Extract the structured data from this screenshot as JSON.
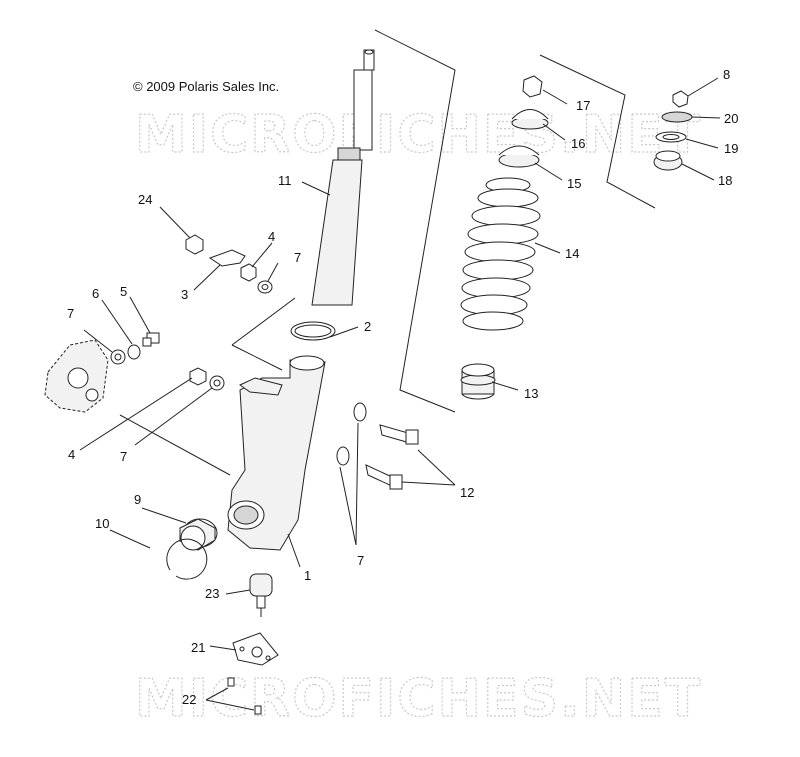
{
  "copyright": "© 2009 Polaris Sales Inc.",
  "watermarks": [
    "MICROFICHES.NET",
    "MICROFICHES.NET"
  ],
  "callouts": {
    "c1": "1",
    "c2": "2",
    "c3": "3",
    "c4a": "4",
    "c4b": "4",
    "c5": "5",
    "c6": "6",
    "c7a": "7",
    "c7b": "7",
    "c7c": "7",
    "c7d": "7",
    "c8": "8",
    "c9": "9",
    "c10": "10",
    "c11": "11",
    "c12": "12",
    "c13": "13",
    "c14": "14",
    "c15": "15",
    "c16": "16",
    "c17": "17",
    "c18": "18",
    "c19": "19",
    "c20": "20",
    "c21": "21",
    "c22": "22",
    "c23": "23",
    "c24": "24"
  }
}
